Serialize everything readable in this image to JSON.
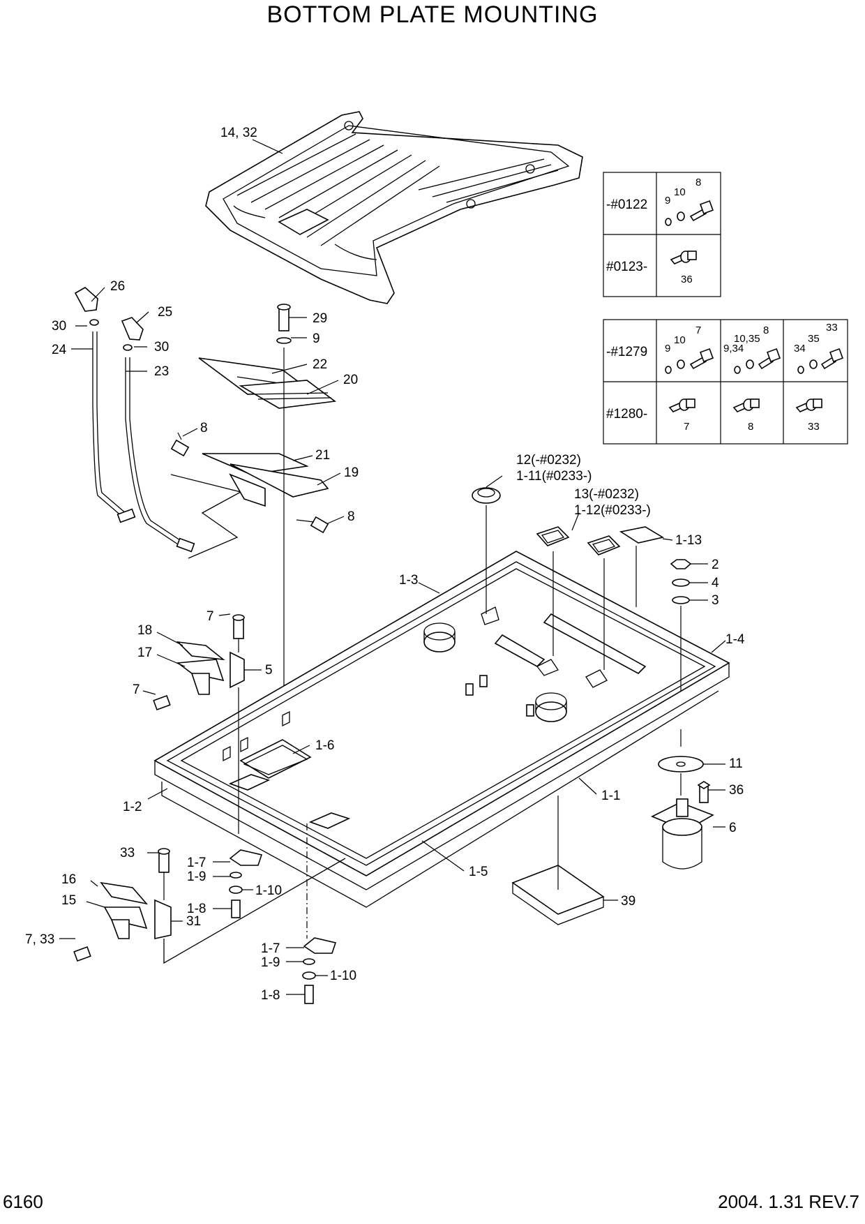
{
  "header": {
    "title": "BOTTOM PLATE MOUNTING"
  },
  "footer": {
    "page_number": "6160",
    "revision": "2004. 1.31  REV.7"
  },
  "callouts": {
    "c14_32": "14, 32",
    "c26": "26",
    "c25": "25",
    "c30a": "30",
    "c30b": "30",
    "c24": "24",
    "c23": "23",
    "c29": "29",
    "c9": "9",
    "c22": "22",
    "c20": "20",
    "c8a": "8",
    "c21": "21",
    "c19": "19",
    "c8b": "8",
    "c12": "12(-#0232)",
    "c1_11": "1-11(#0233-)",
    "c13": "13(-#0232)",
    "c1_12": "1-12(#0233-)",
    "c1_13": "1-13",
    "c2": "2",
    "c4": "4",
    "c3": "3",
    "c1_3": "1-3",
    "c1_4": "1-4",
    "c7a": "7",
    "c18": "18",
    "c17": "17",
    "c5": "5",
    "c7b": "7",
    "c1_6": "1-6",
    "c11": "11",
    "c36": "36",
    "c1_2": "1-2",
    "c1_1": "1-1",
    "c6": "6",
    "c33": "33",
    "c1_7a": "1-7",
    "c1_9a": "1-9",
    "c1_10a": "1-10",
    "c16": "16",
    "c15": "15",
    "c1_5": "1-5",
    "c1_8a": "1-8",
    "c31": "31",
    "c39": "39",
    "c7_33": "7, 33",
    "c1_7b": "1-7",
    "c1_9b": "1-9",
    "c1_10b": "1-10",
    "c1_8b": "1-8"
  },
  "table_a": {
    "rows": [
      {
        "serial": "-#0122",
        "labels": [
          "9",
          "10",
          "8"
        ]
      },
      {
        "serial": "#0123-",
        "labels": [
          "36"
        ]
      }
    ]
  },
  "table_b": {
    "rows": [
      {
        "serial": "-#1279",
        "col1": [
          "9",
          "10",
          "7"
        ],
        "col2": [
          "9,34",
          "10,35",
          "8"
        ],
        "col3": [
          "34",
          "35",
          "33"
        ]
      },
      {
        "serial": "#1280-",
        "col1": [
          "7"
        ],
        "col2": [
          "8"
        ],
        "col3": [
          "33"
        ]
      }
    ]
  }
}
